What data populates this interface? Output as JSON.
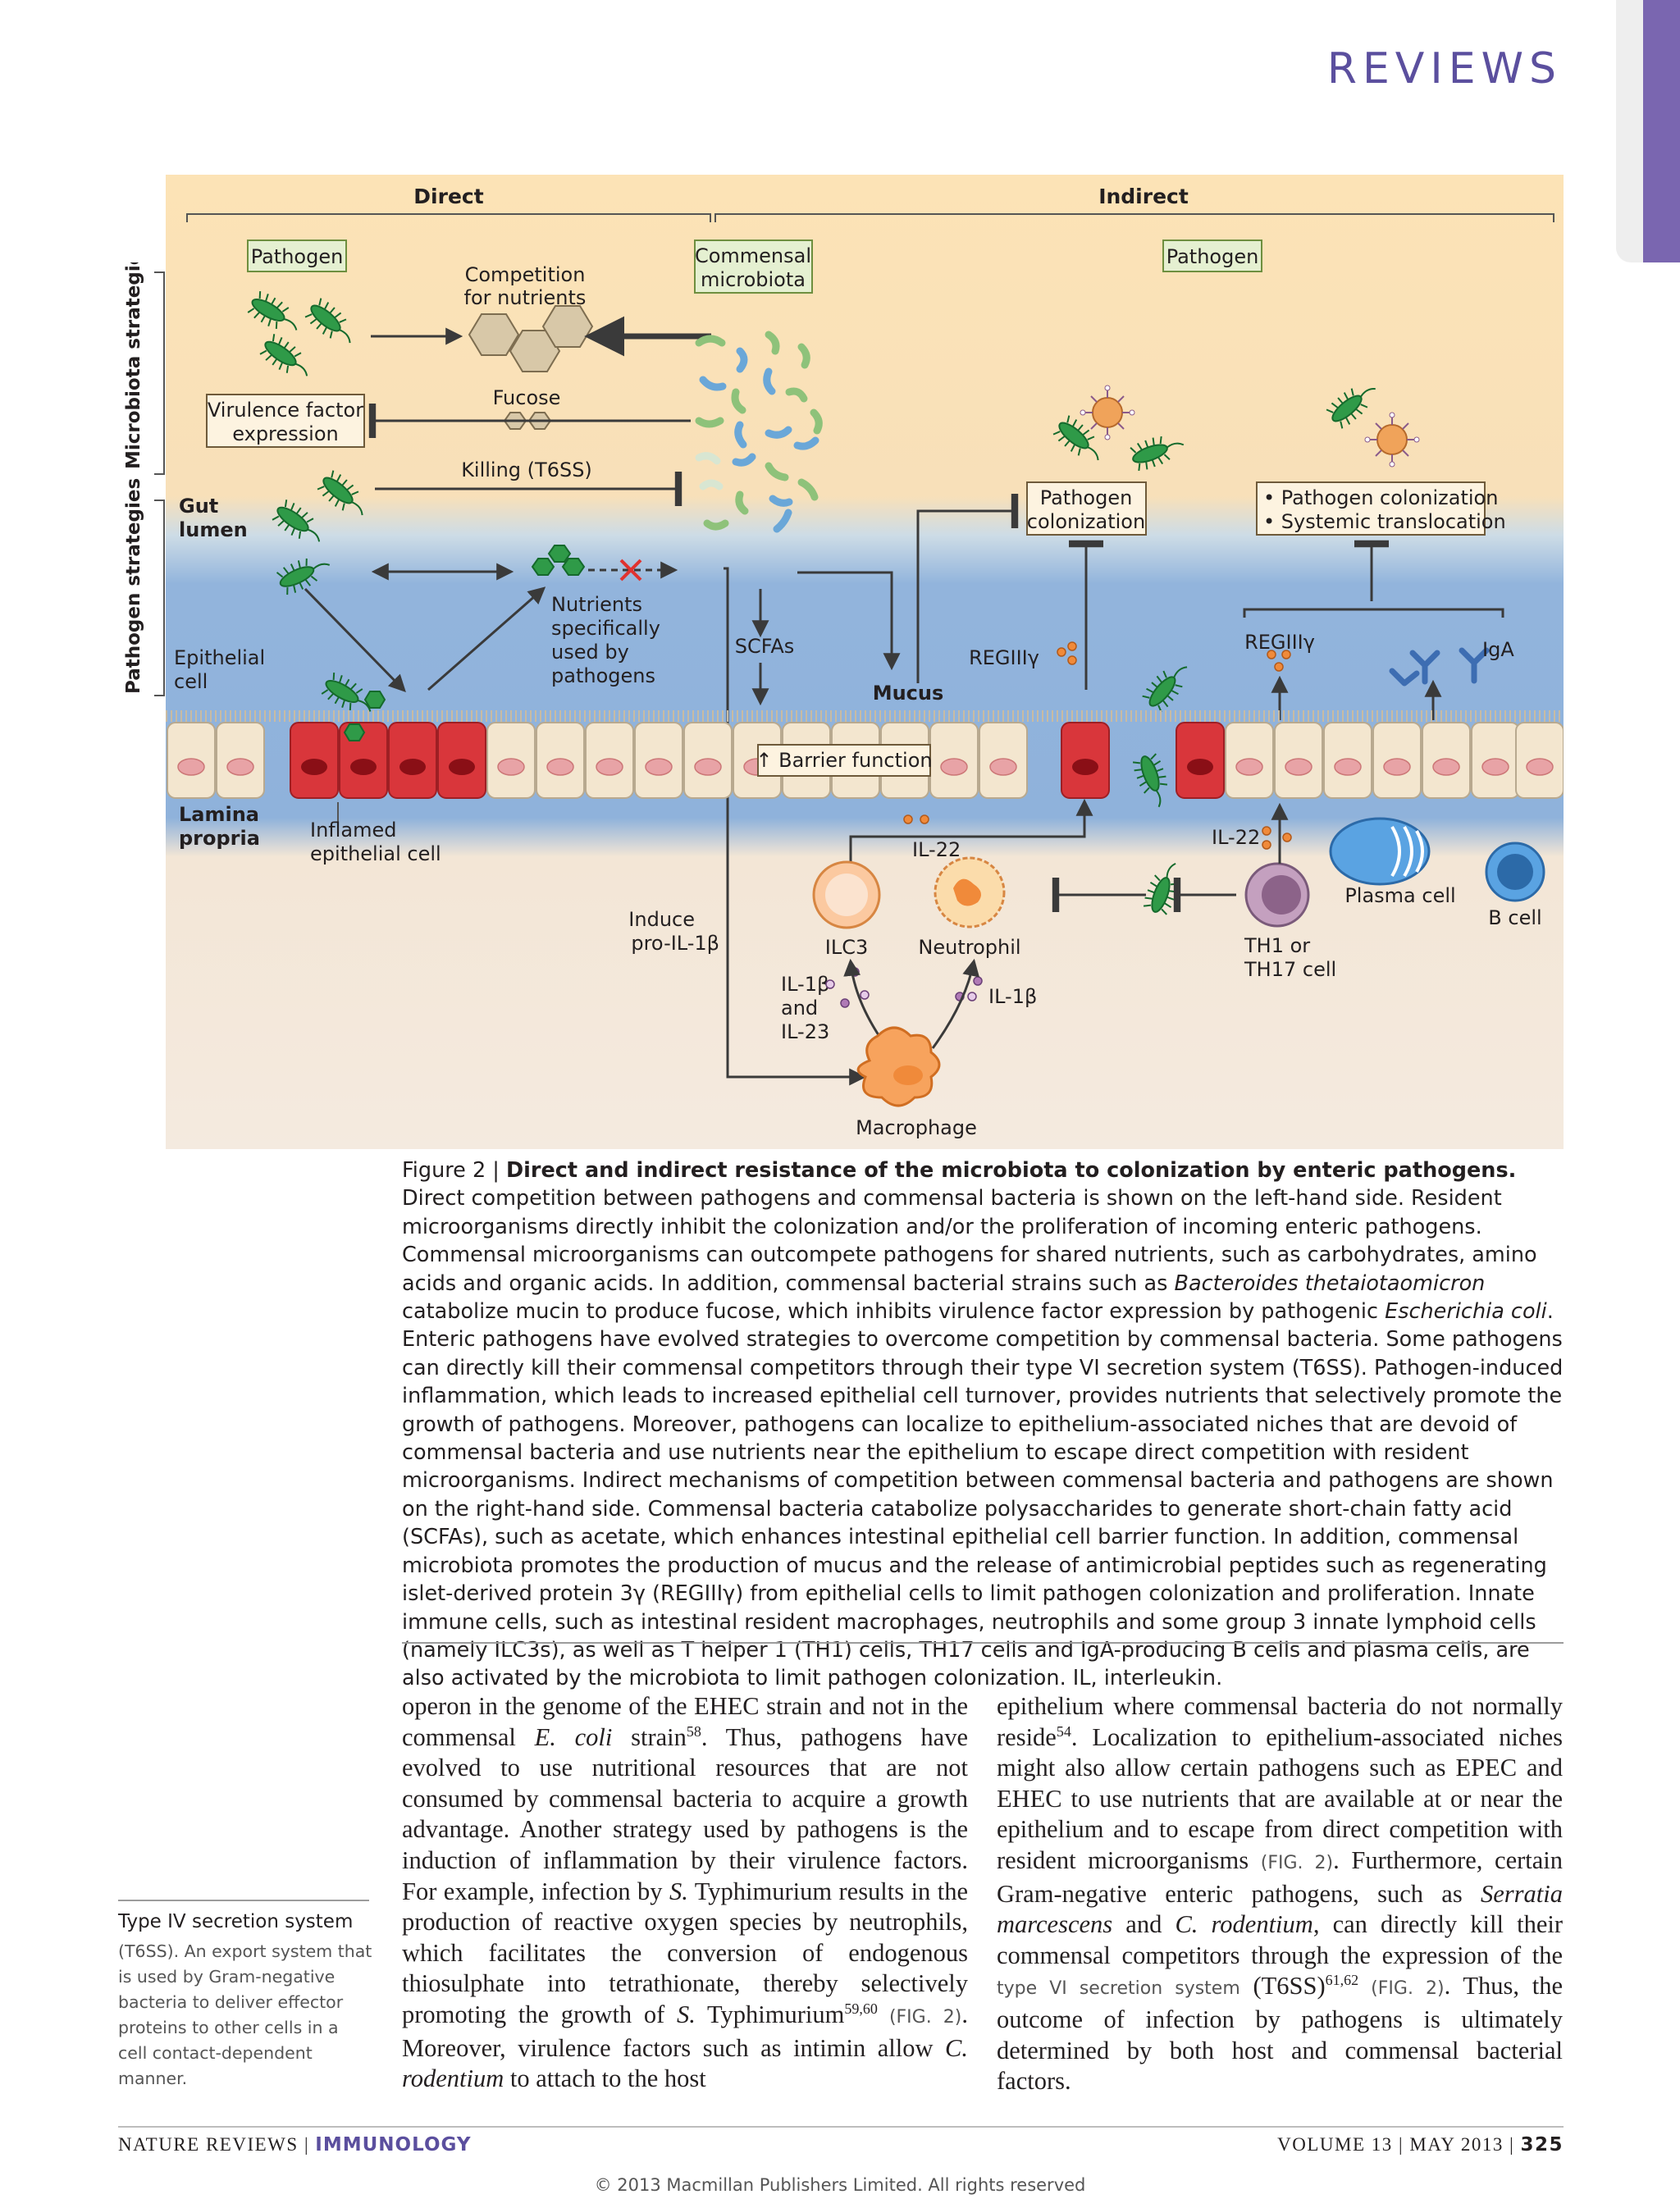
{
  "header": {
    "journal_section": "REVIEWS"
  },
  "figure": {
    "top_labels": {
      "direct": "Direct",
      "indirect": "Indirect"
    },
    "side_labels": {
      "microbiota": "Microbiota strategies",
      "pathogen": "Pathogen strategies"
    },
    "region_labels": {
      "gut_lumen_1": "Gut",
      "gut_lumen_2": "lumen",
      "epithelial_1": "Epithelial",
      "epithelial_2": "cell",
      "lamina_1": "Lamina",
      "lamina_2": "propria"
    },
    "boxes": {
      "pathogen_left": "Pathogen",
      "commensal_1": "Commensal",
      "commensal_2": "microbiota",
      "pathogen_right": "Pathogen",
      "virulence_1": "Virulence factor",
      "virulence_2": "expression",
      "pathogen_colonization_1": "Pathogen",
      "pathogen_colonization_2": "colonization",
      "bullet_1": "• Pathogen colonization",
      "bullet_2": "• Systemic translocation",
      "barrier": "↑ Barrier function"
    },
    "labels": {
      "competition_1": "Competition",
      "competition_2": "for nutrients",
      "fucose": "Fucose",
      "killing": "Killing (T6SS)",
      "nutrients_1": "Nutrients",
      "nutrients_2": "specifically",
      "nutrients_3": "used by",
      "nutrients_4": "pathogens",
      "scfas": "SCFAs",
      "regiii_left": "REGIIIγ",
      "regiii_right": "REGIIIγ",
      "mucus": "Mucus",
      "iga": "IgA",
      "inflamed_1": "Inflamed",
      "inflamed_2": "epithelial cell",
      "il22_left": "IL-22",
      "il22_right": "IL-22",
      "induce_1": "Induce",
      "induce_2": "pro-IL-1β",
      "ilc3": "ILC3",
      "neutrophil": "Neutrophil",
      "il1b_il23_1": "IL-1β",
      "il1b_il23_2": "and",
      "il1b_il23_3": "IL-23",
      "il1b": "IL-1β",
      "th_1": "TH1 or",
      "th_2": "TH17 cell",
      "plasma": "Plasma cell",
      "bcell": "B cell",
      "macrophage": "Macrophage"
    }
  },
  "caption": {
    "prefix": "Figure 2 | ",
    "title": "Direct and indirect resistance of the microbiota to colonization by enteric pathogens.",
    "p1": " Direct competition between pathogens and commensal bacteria is shown on the left-hand side. Resident microorganisms directly inhibit the colonization and/or the proliferation of incoming enteric pathogens. Commensal microorganisms can outcompete pathogens for shared nutrients, such as carbohydrates, amino acids and organic acids. In addition, commensal bacterial strains such as ",
    "species_1": "Bacteroides thetaiotaomicron",
    "p2": " catabolize mucin to produce fucose, which inhibits virulence factor expression by pathogenic ",
    "species_2": "Escherichia coli",
    "p3": ". Enteric pathogens have evolved strategies to overcome competition by commensal bacteria. Some pathogens can directly kill their commensal competitors through their type VI secretion system (T6SS). Pathogen-induced inflammation, which leads to increased epithelial cell turnover, provides nutrients that selectively promote the growth of pathogens. Moreover, pathogens can localize to epithelium-associated niches that are devoid of commensal bacteria and use nutrients near the epithelium to escape direct competition with resident microorganisms. Indirect mechanisms of competition between commensal bacteria and pathogens are shown on the right-hand side. Commensal bacteria catabolize polysaccharides to generate short-chain fatty acid (SCFAs), such as acetate, which enhances intestinal epithelial cell barrier function. In addition, commensal microbiota promotes the production of mucus and the release of antimicrobial peptides such as regenerating islet-derived protein 3γ (REGIIIγ) from epithelial cells to limit pathogen colonization and proliferation. Innate immune cells, such as intestinal resident macrophages, neutrophils and some group 3 innate lymphoid cells (namely ILC3s), as well as T helper 1 (TH1) cells, TH17 cells and IgA-producing B cells and plasma cells, are also activated by the microbiota to limit pathogen colonization. IL, interleukin."
  },
  "body": {
    "left": {
      "t1": "operon in the genome of the EHEC strain and not in the commensal ",
      "i1": "E. coli",
      "t2": " strain",
      "r1": "58",
      "t3": ". Thus, pathogens have evolved to use nutritional resources that are not consumed by commensal bacteria to acquire a growth advantage. Another strategy used by pathogens is the induction of inflammation by their virulence factors. For example, infection by ",
      "i2": "S.",
      "t4": " Typhimurium results in the production of reactive oxygen species by neutrophils, which facilitates the conversion of endogenous thiosulphate into tetrathionate, thereby selectively promoting the growth of ",
      "i3": "S.",
      "t5": " Typhimurium",
      "r2": "59,60",
      "f1": " (FIG. 2)",
      "t6": ". Moreover, virulence factors such as intimin allow ",
      "i4": "C. rodentium",
      "t7": " to attach to the host"
    },
    "right": {
      "t1": "epithelium where commensal bacteria do not normally reside",
      "r1": "54",
      "t2": ". Localization to epithelium-associated niches might also allow certain pathogens such as EPEC and EHEC to use nutrients that are available at or near the epithelium and to escape from direct competition with resident microorganisms ",
      "f1": "(FIG. 2)",
      "t3": ". Furthermore, certain Gram-negative enteric pathogens, such as ",
      "i1": "Serratia marcescens",
      "t4": " and ",
      "i2": "C. rodentium",
      "t5": ", can directly kill their commensal competitors through the expression of the ",
      "g1": "type VI secretion system",
      "t6": " (T6SS)",
      "r2": "61,62",
      "f2": " (FIG. 2)",
      "t7": ". Thus, the outcome of infection by pathogens is ultimately determined by both host and commensal bacterial factors."
    }
  },
  "glossary": {
    "term": "Type IV secretion system",
    "definition": "(T6SS). An export system that is used by Gram-negative bacteria to deliver effector proteins to other cells in a cell contact-dependent manner."
  },
  "footer": {
    "journal": "NATURE REVIEWS",
    "subject": "IMMUNOLOGY",
    "volume": "VOLUME 13",
    "date": "MAY 2013",
    "page": "325",
    "copyright": "© 2013 Macmillan Publishers Limited. All rights reserved"
  }
}
